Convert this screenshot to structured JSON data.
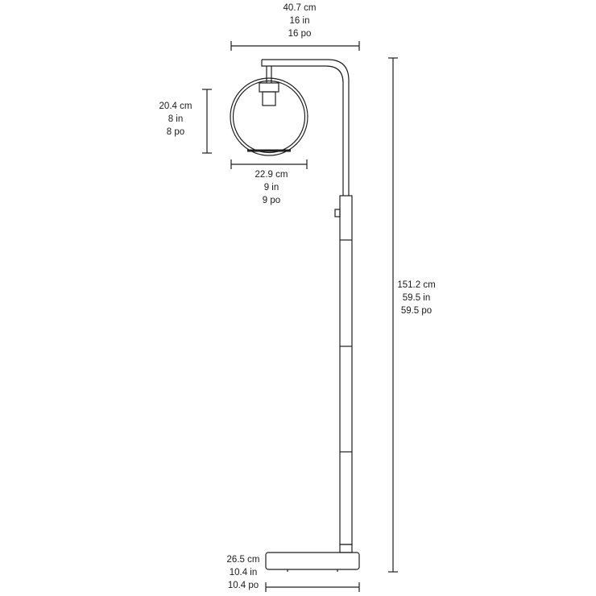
{
  "dimensions": {
    "overall_width": {
      "cm": "40.7 cm",
      "in": "16 in",
      "po": "16 po"
    },
    "shade_height": {
      "cm": "20.4 cm",
      "in": "8 in",
      "po": "8 po"
    },
    "shade_width": {
      "cm": "22.9 cm",
      "in": "9 in",
      "po": "9 po"
    },
    "overall_height": {
      "cm": "151.2 cm",
      "in": "59.5 in",
      "po": "59.5 po"
    },
    "base_width": {
      "cm": "26.5 cm",
      "in": "10.4 in",
      "po": "10.4 po"
    }
  },
  "colors": {
    "line": "#1f1f1f"
  }
}
